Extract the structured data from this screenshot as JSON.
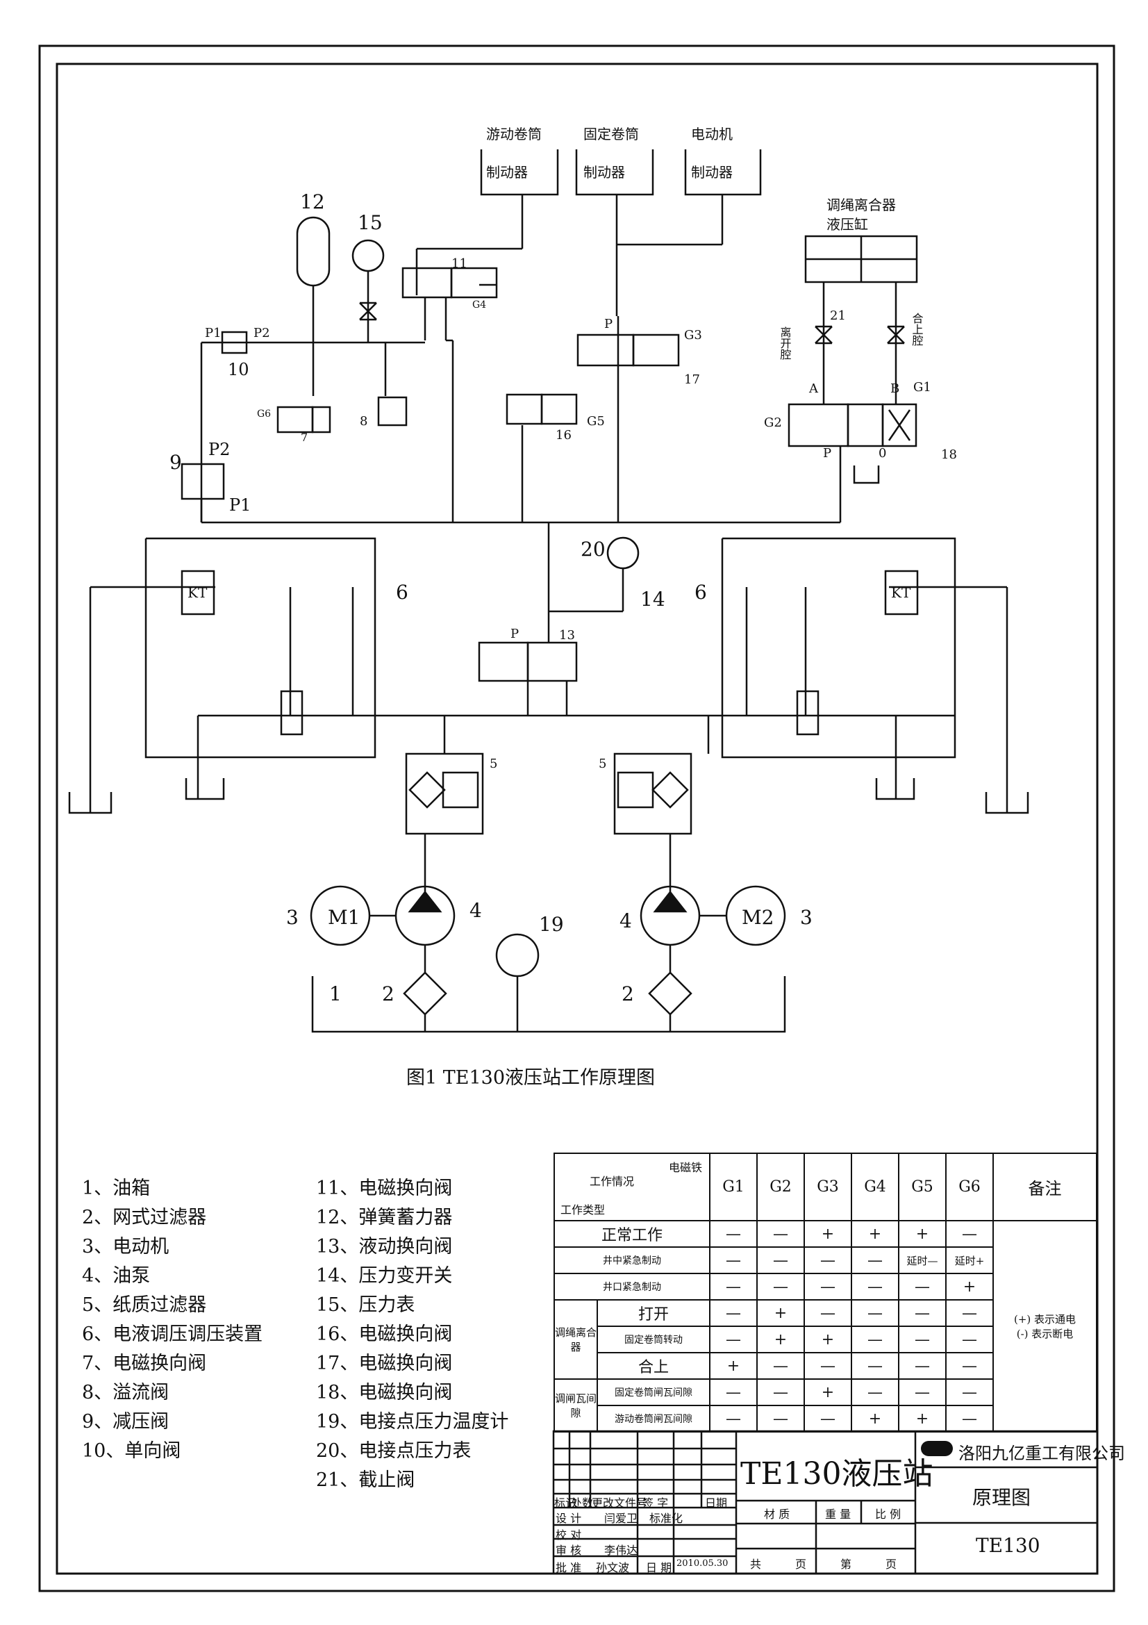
{
  "figure": {
    "caption": "图1  TE130液压站工作原理图",
    "top_labels": {
      "brake_a": [
        "游动卷筒",
        "制动器"
      ],
      "brake_b": [
        "固定卷筒",
        "制动器"
      ],
      "brake_c": [
        "电动机",
        "制动器"
      ],
      "clutch": [
        "调绳离合器",
        "液压缸"
      ],
      "open_chamber": "离开腔",
      "close_chamber": "合上腔"
    },
    "numbers": {
      "n12": "12",
      "n15": "15",
      "n11": "11",
      "n10": "10",
      "n9": "9",
      "n8": "8",
      "n7": "7",
      "n16": "16",
      "n17": "17",
      "n18": "18",
      "n21": "21",
      "n20": "20",
      "n14": "14",
      "n13": "13",
      "n6l": "6",
      "n6r": "6",
      "n5l": "5",
      "n5r": "5",
      "n3l": "3",
      "n3r": "3",
      "n4l": "4",
      "n4r": "4",
      "n19": "19",
      "n1": "1",
      "n2l": "2",
      "n2r": "2"
    },
    "ports": {
      "P1": "P1",
      "P2": "P2",
      "P": "P",
      "A": "A",
      "B": "B",
      "O": "0",
      "G1": "G1",
      "G2": "G2",
      "G3": "G3",
      "G4": "G4",
      "G5": "G5",
      "G6": "G6",
      "KT": "KT",
      "M1": "M1",
      "M2": "M2"
    }
  },
  "legend_left": [
    "1、油箱",
    "2、网式过滤器",
    "3、电动机",
    "4、油泵",
    "5、纸质过滤器",
    "6、电液调压调压装置",
    "7、电磁换向阀",
    "8、溢流阀",
    "9、减压阀",
    "10、单向阀"
  ],
  "legend_right": [
    "11、电磁换向阀",
    "12、弹簧蓄力器",
    "13、液动换向阀",
    "14、压力变开关",
    "15、压力表",
    "16、电磁换向阀",
    "17、电磁换向阀",
    "18、电磁换向阀",
    "19、电接点压力温度计",
    "20、电接点压力表",
    "21、截止阀"
  ],
  "table": {
    "header_corner": {
      "top_right": "电磁铁",
      "middle": "工作情况",
      "bottom_left": "工作类型"
    },
    "columns": [
      "G1",
      "G2",
      "G3",
      "G4",
      "G5",
      "G6"
    ],
    "remark_header": "备注",
    "remarks": [
      "(+) 表示通电",
      "(-) 表示断电"
    ],
    "groups": [
      {
        "group": "",
        "rows": [
          {
            "name": "正常工作",
            "values": [
              "—",
              "—",
              "+",
              "+",
              "+",
              "—"
            ]
          },
          {
            "name": "井中紧急制动",
            "values": [
              "—",
              "—",
              "—",
              "—",
              "延时—",
              "延时+"
            ]
          },
          {
            "name": "井口紧急制动",
            "values": [
              "—",
              "—",
              "—",
              "—",
              "—",
              "+"
            ]
          }
        ]
      },
      {
        "group": "调绳离合器",
        "rows": [
          {
            "name": "打开",
            "values": [
              "—",
              "+",
              "—",
              "—",
              "—",
              "—"
            ]
          },
          {
            "name": "固定卷筒转动",
            "values": [
              "—",
              "+",
              "+",
              "—",
              "—",
              "—"
            ]
          },
          {
            "name": "合上",
            "values": [
              "+",
              "—",
              "—",
              "—",
              "—",
              "—"
            ]
          }
        ]
      },
      {
        "group": "调闸瓦间隙",
        "rows": [
          {
            "name": "固定卷筒闸瓦间隙",
            "values": [
              "—",
              "—",
              "+",
              "—",
              "—",
              "—"
            ]
          },
          {
            "name": "游动卷筒闸瓦间隙",
            "values": [
              "—",
              "—",
              "—",
              "+",
              "+",
              "—"
            ]
          }
        ]
      }
    ]
  },
  "title_block": {
    "product": "TE130液压站",
    "company": "洛阳九亿重工有限公司",
    "drawing_name": "原理图",
    "drawing_no": "TE130",
    "rev_headers": [
      "标记",
      "处数",
      "更改文件号",
      "签 字",
      "日期"
    ],
    "roles": [
      "设 计",
      "校 对",
      "审 核",
      "批 准"
    ],
    "designer": "闫爱卫",
    "standardization": "标准化",
    "reviewer": "李伟达",
    "approver": "孙文波",
    "date_label": "日 期",
    "date": "2010.05.30",
    "material": "材 质",
    "weight": "重 量",
    "scale": "比 例",
    "total": "共",
    "sheet_unit": "页",
    "sheet": "第"
  }
}
